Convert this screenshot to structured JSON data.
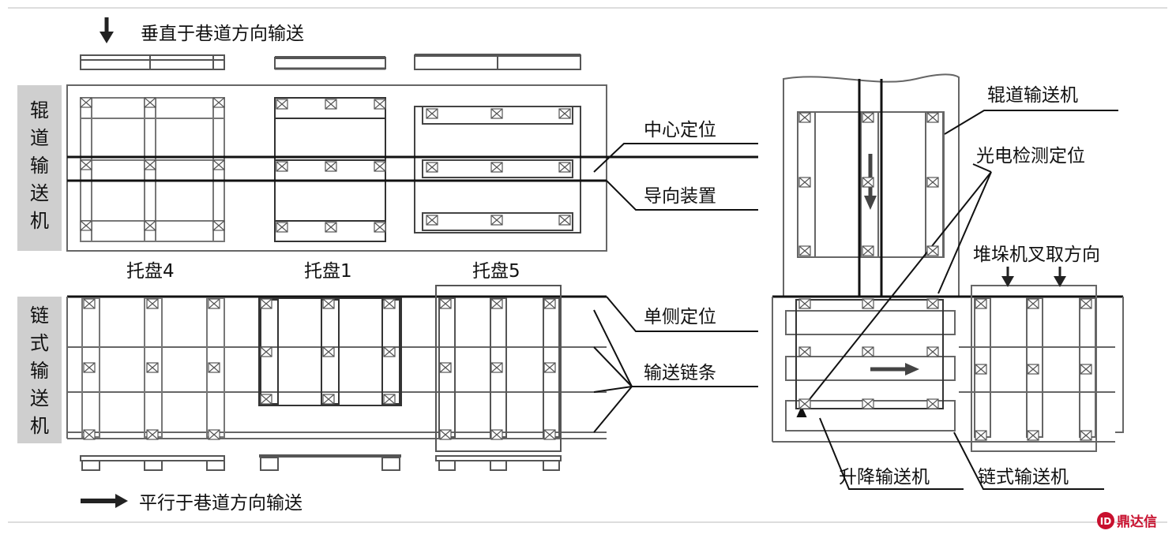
{
  "left": {
    "top_note": "垂直于巷道方向输送",
    "bottom_note": "平行于巷道方向输送",
    "roller_side_label": [
      "辊",
      "道",
      "输",
      "送",
      "机"
    ],
    "chain_side_label": [
      "链",
      "式",
      "输",
      "送",
      "机"
    ],
    "pallets": [
      "托盘4",
      "托盘1",
      "托盘5"
    ],
    "callouts": [
      "中心定位",
      "导向装置",
      "单侧定位",
      "输送链条"
    ]
  },
  "right": {
    "roller_conveyor": "辊道输送机",
    "photo_positioning": "光电检测定位",
    "fork_direction": "堆垛机叉取方向",
    "lift_conveyor": "升降输送机",
    "chain_conveyor": "链式输送机"
  },
  "watermark": "鼎达信",
  "colors": {
    "line": "#1a1a1a",
    "mid": "#555555",
    "light": "#8a8a8a",
    "side_bg": "#cfcfcf",
    "brand": "#c8102e"
  }
}
